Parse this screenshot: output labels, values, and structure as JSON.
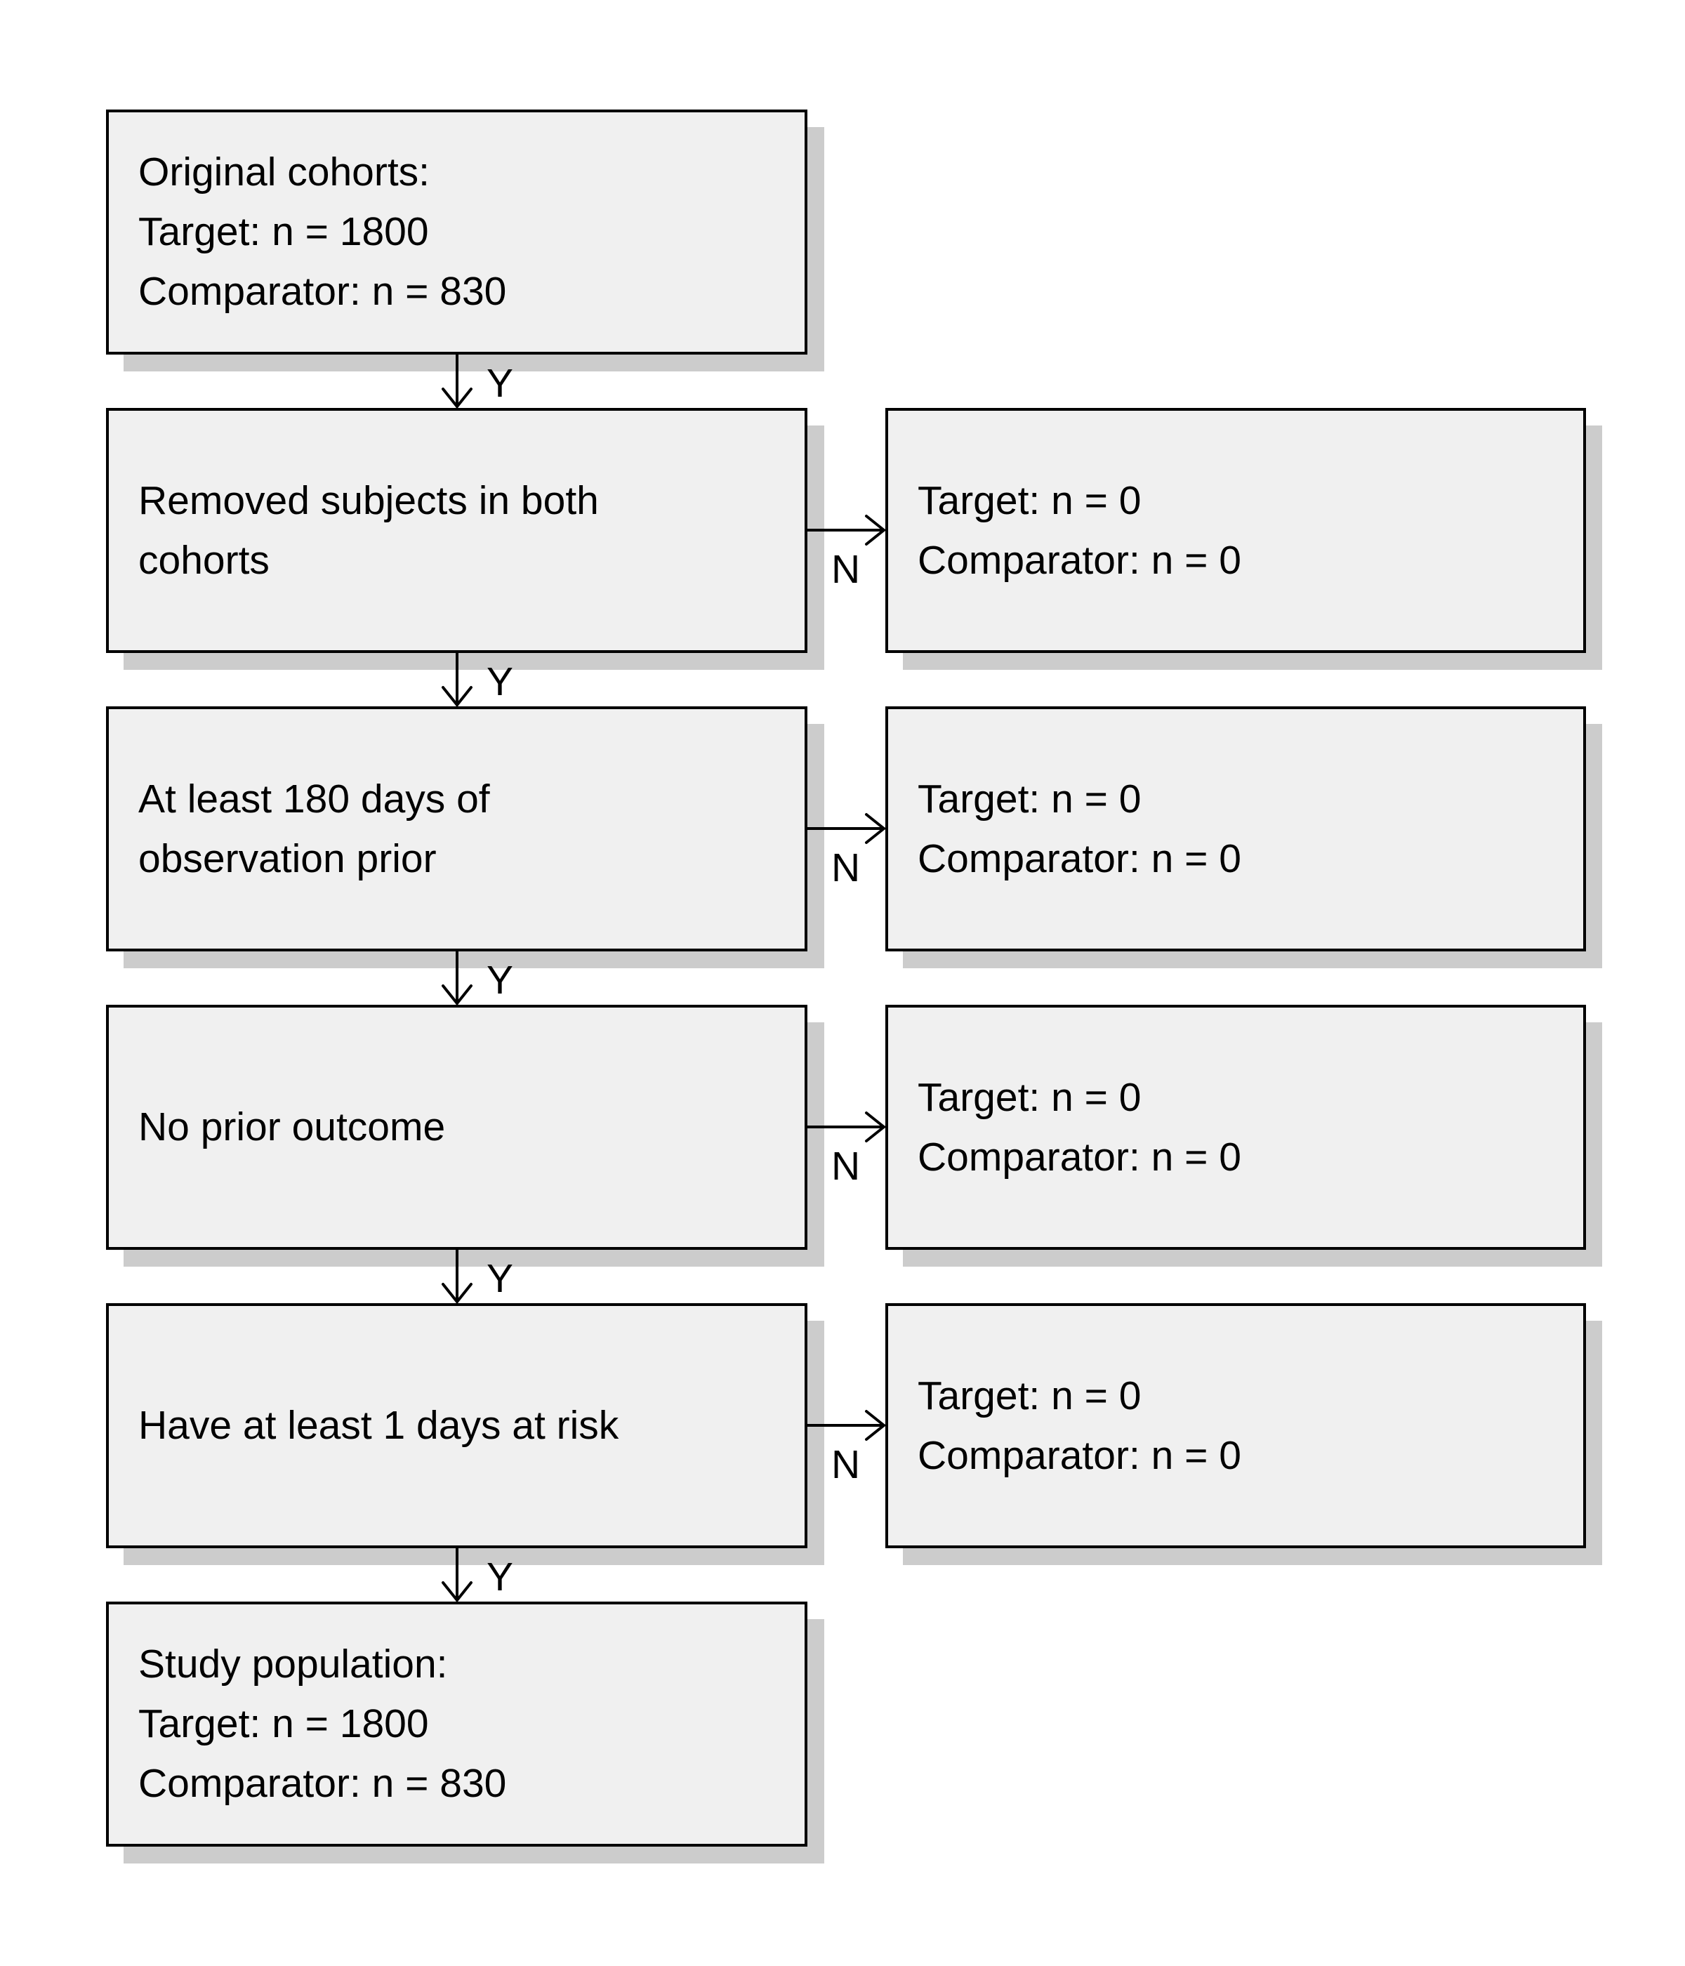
{
  "steps": [
    {
      "lines": [
        "Original cohorts:",
        "Target: n = 1800",
        "Comparator: n = 830"
      ]
    },
    {
      "lines": [
        "Removed subjects in both",
        "cohorts"
      ]
    },
    {
      "lines": [
        "At least 180 days of",
        "observation prior"
      ]
    },
    {
      "lines": [
        "No prior outcome"
      ]
    },
    {
      "lines": [
        "Have at least 1 days at risk"
      ]
    },
    {
      "lines": [
        "Study population:",
        "Target: n = 1800",
        "Comparator: n = 830"
      ]
    }
  ],
  "excluded": [
    {
      "lines": [
        "Target: n = 0",
        "Comparator: n = 0"
      ]
    },
    {
      "lines": [
        "Target: n = 0",
        "Comparator: n = 0"
      ]
    },
    {
      "lines": [
        "Target: n = 0",
        "Comparator: n = 0"
      ]
    },
    {
      "lines": [
        "Target: n = 0",
        "Comparator: n = 0"
      ]
    }
  ],
  "yes_label": "Y",
  "no_label": "N"
}
